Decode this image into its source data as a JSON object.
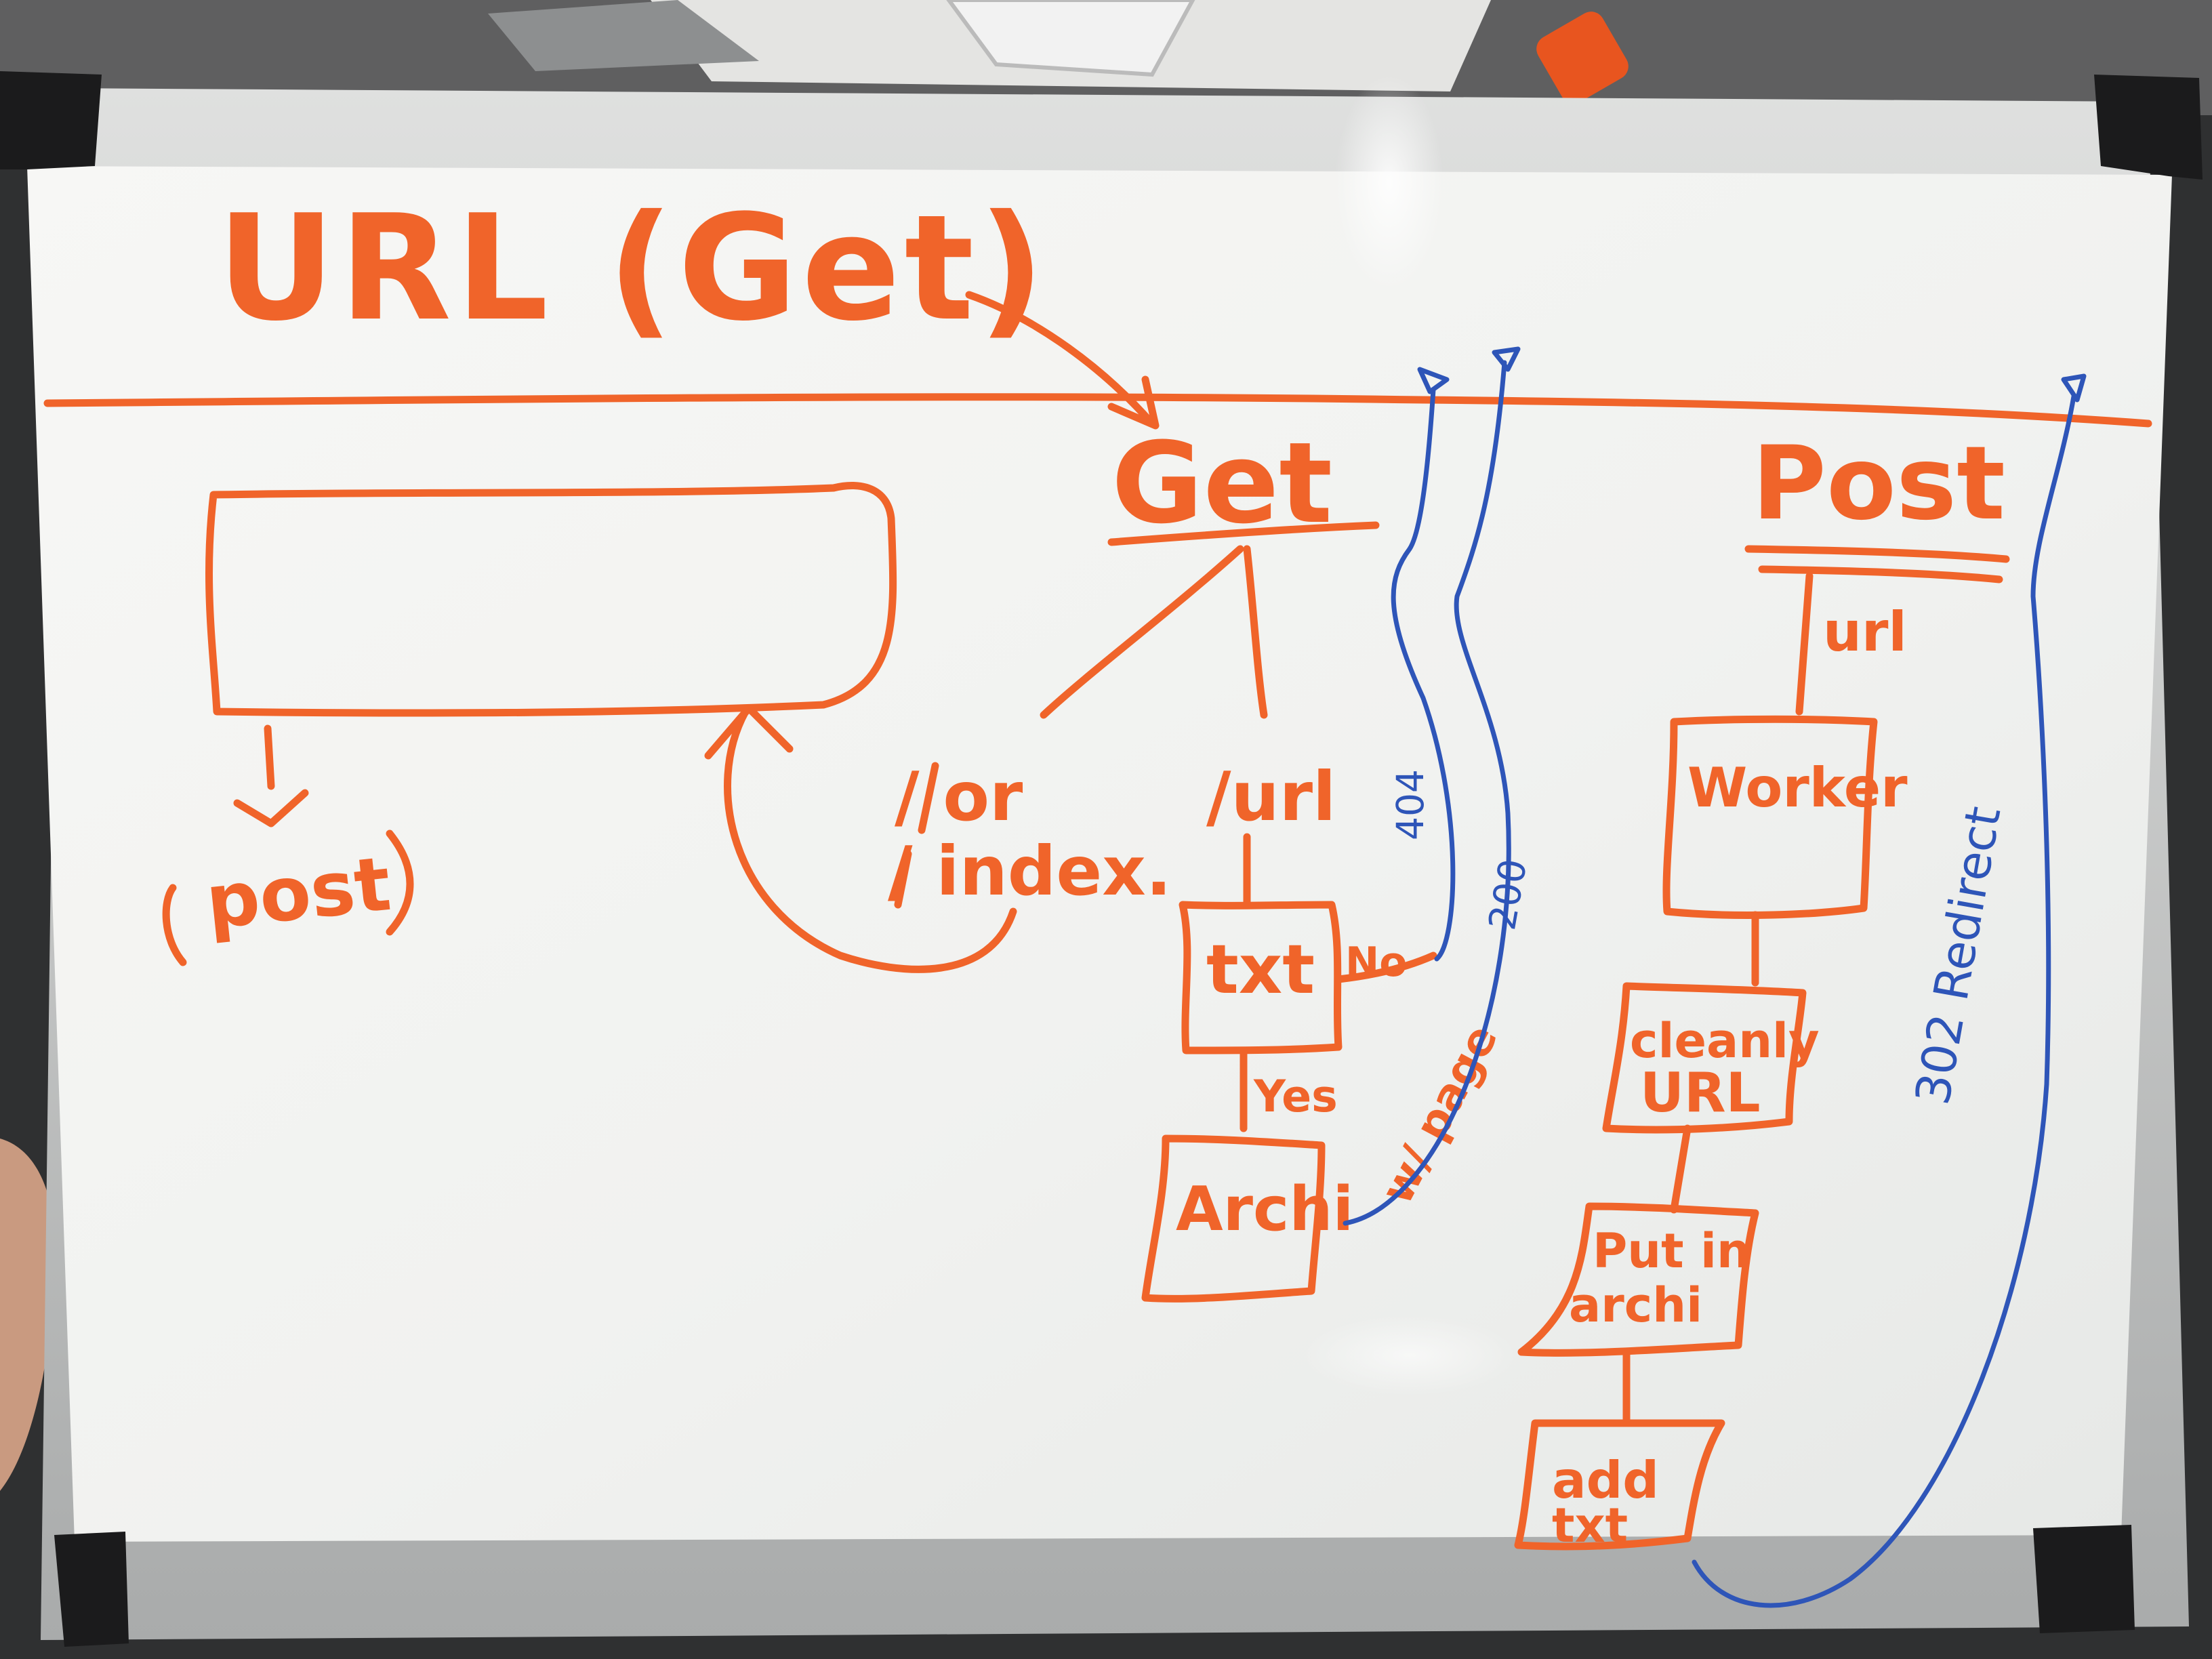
{
  "whiteboard": {
    "title": "URL (Get)",
    "get_heading": "Get",
    "post_heading": "Post",
    "left_box_label": "post",
    "get_branches": {
      "root_path": "/ or / index.",
      "root_path_line1": "/ or",
      "root_path_line2": "/ index.",
      "url_path": "/url"
    },
    "get_flow": {
      "txt_box": "txt",
      "no_label": "No",
      "yes_label": "Yes",
      "archive_box": "Archi",
      "w_page_label": "w/ page"
    },
    "post_flow": {
      "url_label": "url",
      "worker_box": "Worker",
      "clean_box_line1": "cleanly",
      "clean_box_line2": "URL",
      "put_box_line1": "Put in",
      "put_box_line2": "archi",
      "add_box_line1": "add",
      "add_box_line2": "txt"
    },
    "blue_annotations": {
      "not_found": "404",
      "ok": "200",
      "redirect": "302 Redirect"
    }
  },
  "colors": {
    "marker_orange": "#f0642a",
    "marker_blue": "#2e55b8",
    "board_white": "#f4f5f3",
    "frame_silver": "#c9cbcb",
    "corner_black": "#1b1b1c"
  }
}
